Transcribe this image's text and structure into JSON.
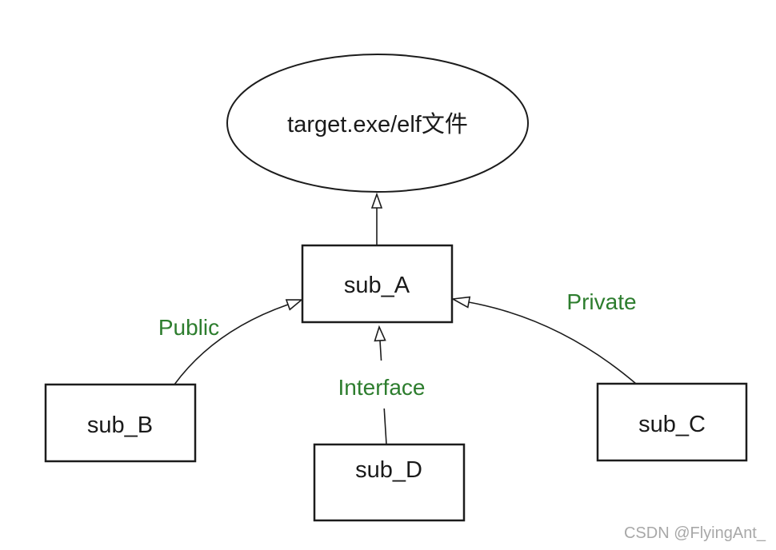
{
  "nodes": {
    "target": {
      "label": "target.exe/elf文件",
      "shape": "ellipse"
    },
    "sub_a": {
      "label": "sub_A",
      "shape": "rect"
    },
    "sub_b": {
      "label": "sub_B",
      "shape": "rect"
    },
    "sub_c": {
      "label": "sub_C",
      "shape": "rect"
    },
    "sub_d": {
      "label": "sub_D",
      "shape": "rect"
    }
  },
  "edges": {
    "a_to_target": {
      "from": "sub_a",
      "to": "target",
      "label": ""
    },
    "b_to_a": {
      "from": "sub_b",
      "to": "sub_a",
      "label": "Public"
    },
    "d_to_a": {
      "from": "sub_d",
      "to": "sub_a",
      "label": "Interface"
    },
    "c_to_a": {
      "from": "sub_c",
      "to": "sub_a",
      "label": "Private"
    }
  },
  "colors": {
    "background": "#ffffff",
    "line": "#1c1c1c",
    "node_text": "#1a1a1a",
    "edge_label": "#2d7d2e",
    "node_fill": "#ffffff",
    "watermark": "#a8a8a8"
  },
  "watermark": {
    "text": "CSDN @FlyingAnt_"
  }
}
